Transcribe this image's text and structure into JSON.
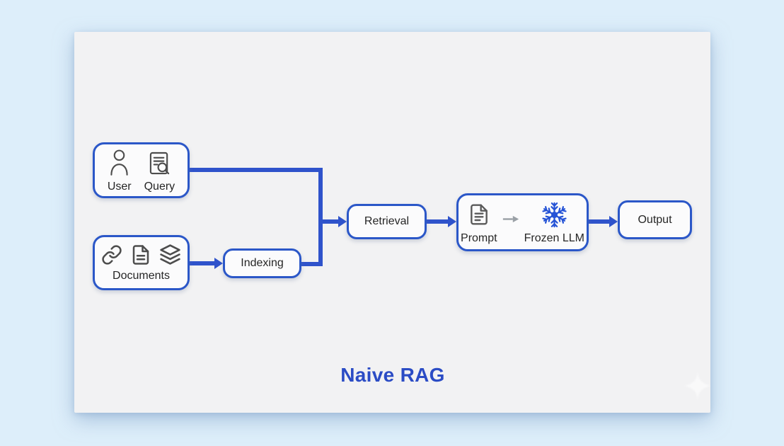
{
  "title": "Naive RAG",
  "colors": {
    "canvas_bg": "#ddeefa",
    "card_bg": "#f2f2f3",
    "node_bg": "#fbfbfc",
    "node_border": "#2b57c8",
    "arrow": "#2f53cb",
    "label_text": "#262626",
    "title_text": "#2b4cc5",
    "icon_stroke": "#4d4d4d",
    "snowflake": "#2553d6",
    "gray_arrow": "#9aa0a6"
  },
  "nodes": {
    "user_query": {
      "labels": [
        "User",
        "Query"
      ],
      "icons": [
        "user-icon",
        "query-icon"
      ]
    },
    "documents": {
      "label": "Documents",
      "icons": [
        "link-icon",
        "document-icon",
        "layers-icon"
      ]
    },
    "indexing": {
      "label": "Indexing"
    },
    "retrieval": {
      "label": "Retrieval"
    },
    "prompt_llm": {
      "labels": [
        "Prompt",
        "Frozen LLM"
      ],
      "icons": [
        "prompt-document-icon",
        "right-arrow-icon",
        "snowflake-icon"
      ]
    },
    "output": {
      "label": "Output"
    }
  },
  "flow": [
    "User/Query -> Retrieval",
    "Documents -> Indexing -> Retrieval",
    "Retrieval -> Prompt/Frozen LLM -> Output"
  ]
}
